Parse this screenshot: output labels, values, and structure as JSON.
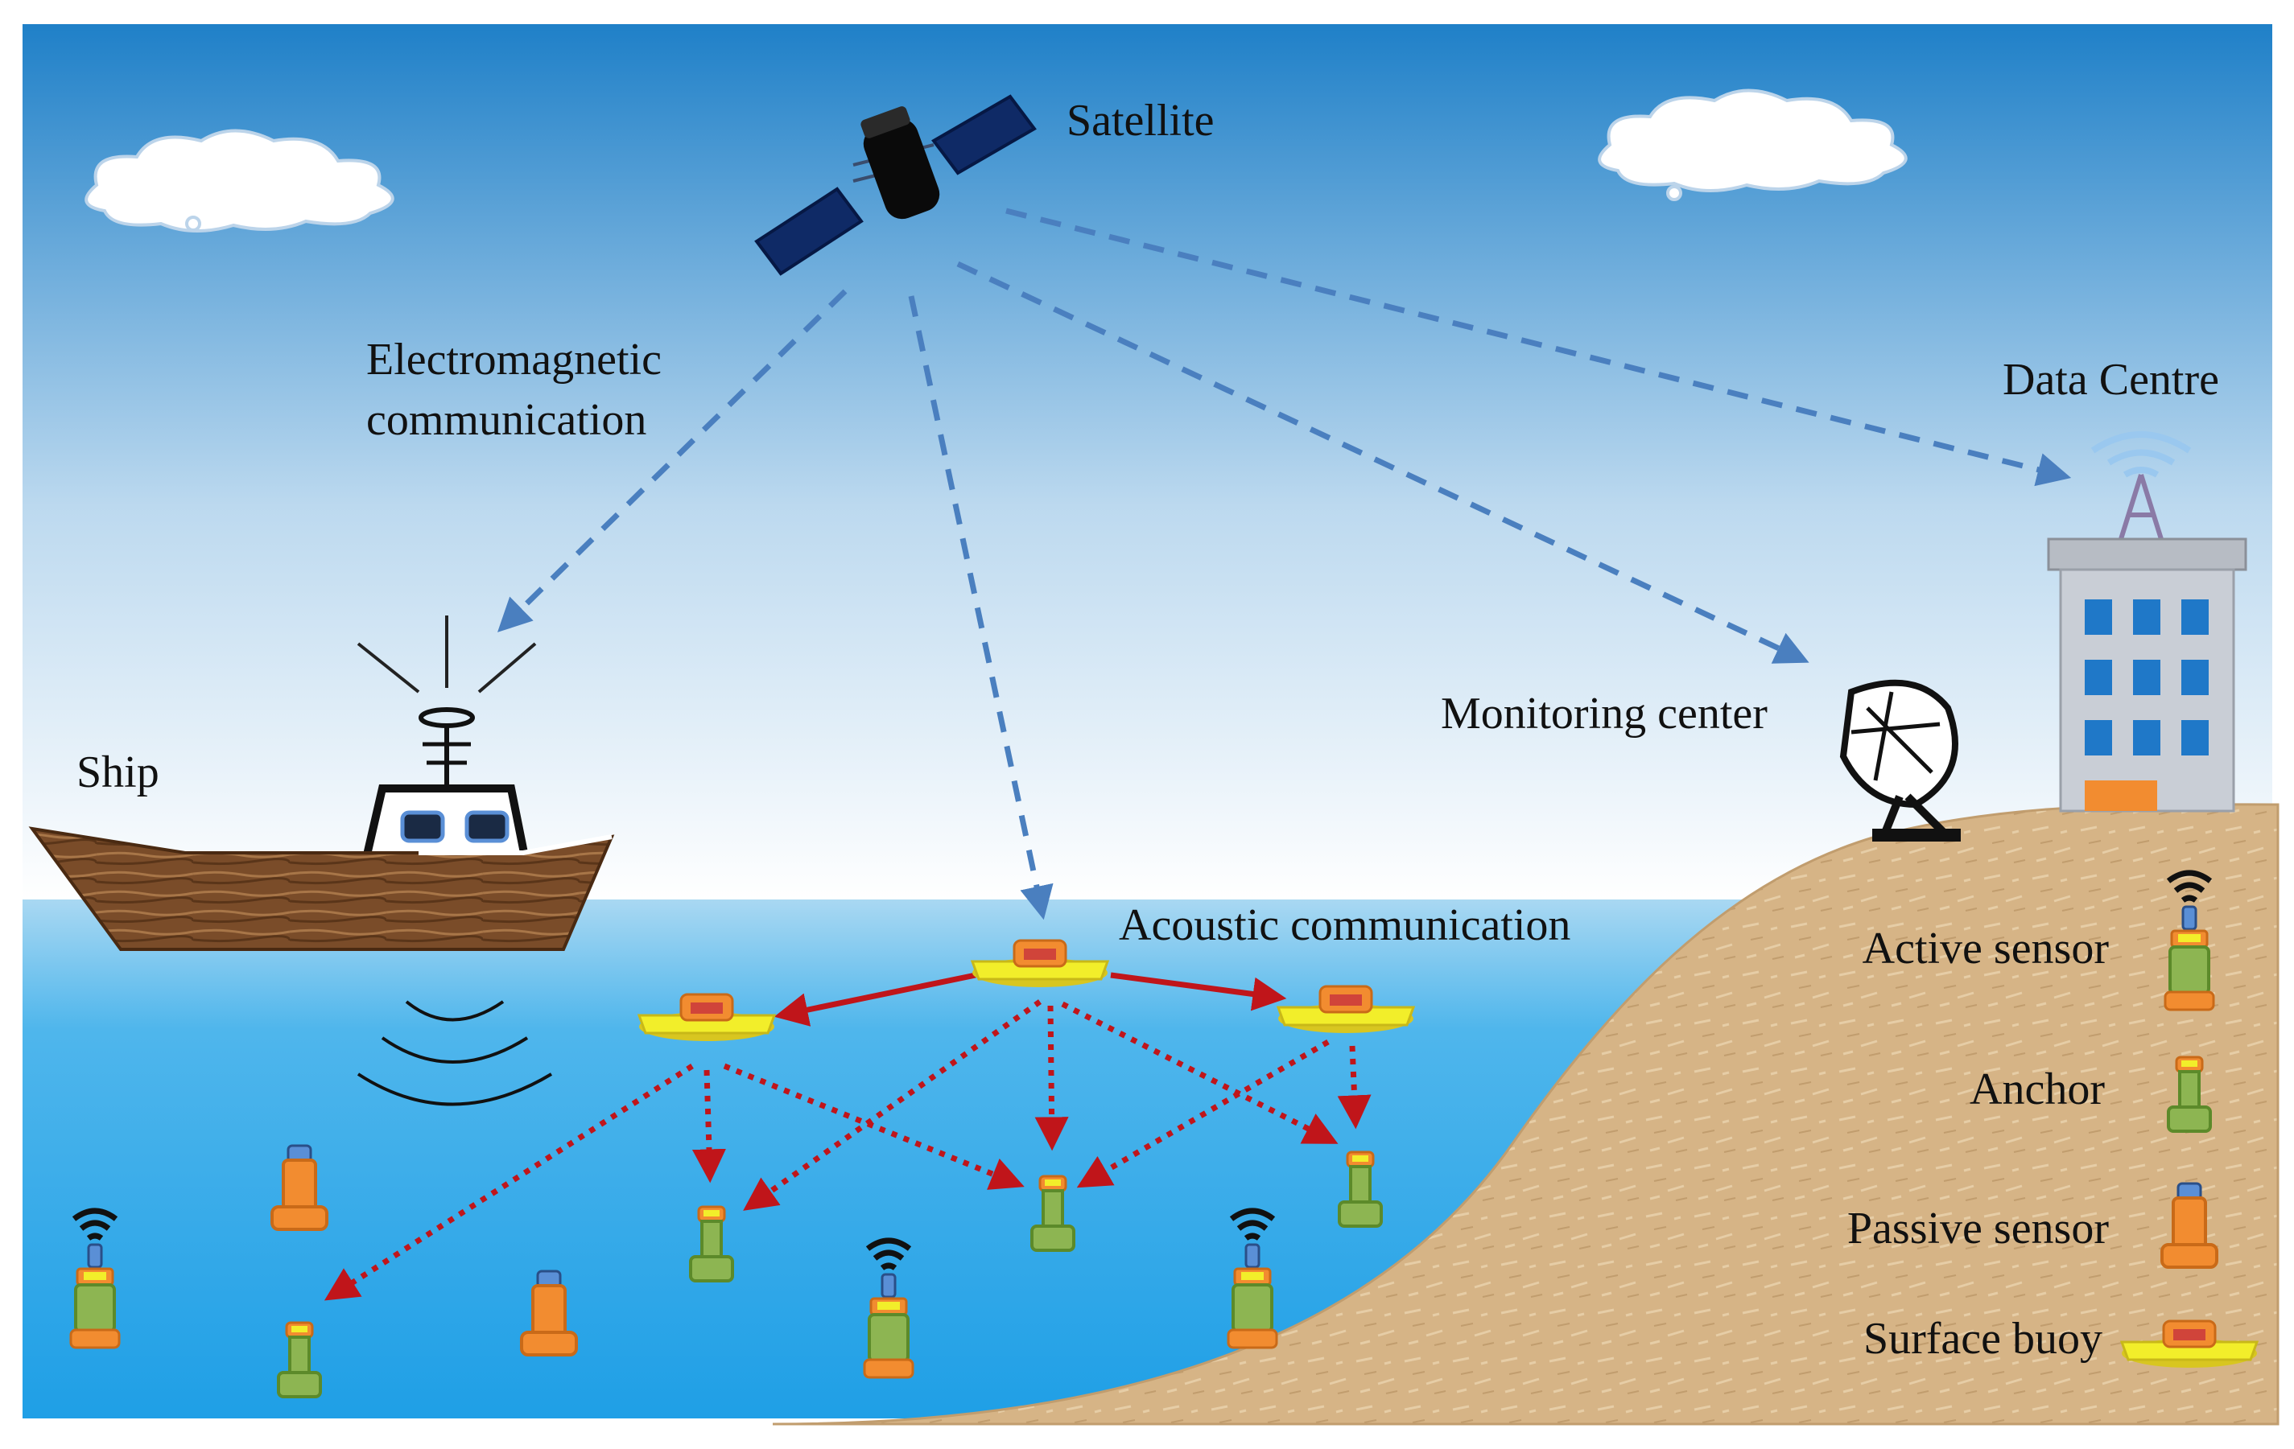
{
  "labels": {
    "satellite": "Satellite",
    "electromagnetic_line1": "Electromagnetic",
    "electromagnetic_line2": "communication",
    "data_centre": "Data Centre",
    "ship": "Ship",
    "monitoring_center": "Monitoring center",
    "acoustic_communication": "Acoustic communication"
  },
  "legend": {
    "items": [
      {
        "key": "active",
        "label": "Active sensor",
        "icon": "active-sensor-icon"
      },
      {
        "key": "anchor",
        "label": "Anchor",
        "icon": "anchor-icon"
      },
      {
        "key": "passive",
        "label": "Passive sensor",
        "icon": "passive-sensor-icon"
      },
      {
        "key": "buoy",
        "label": "Surface buoy",
        "icon": "surface-buoy-icon"
      }
    ]
  },
  "colors": {
    "sky_top": "#1f80c8",
    "sky_bottom": "#ffffff",
    "sea_top": "#a9d8f2",
    "sea_bottom": "#1f9fe6",
    "sand": "#d6b486",
    "em_link": "#4a7fbf",
    "acoustic_link": "#c0151a",
    "sensor_body": "#8db552",
    "sensor_orange": "#f28c30",
    "buoy_yellow": "#f2ee2a"
  }
}
